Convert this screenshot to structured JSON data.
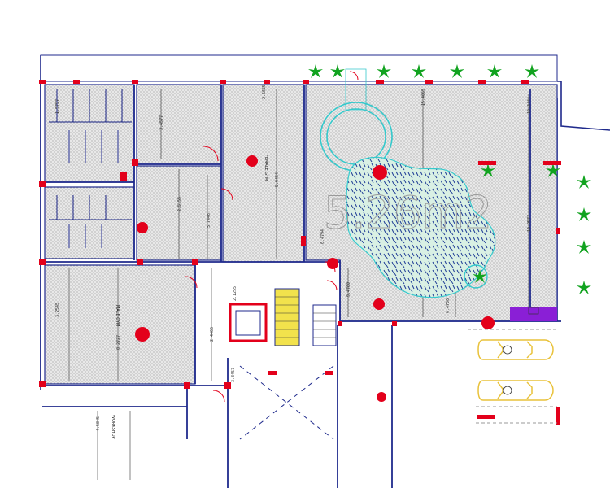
{
  "labels": {
    "female_gym": "FEMALE GYM",
    "male_gym": "MALE GYM",
    "workshop": "WORKSHOP",
    "watermark": "5.26m2"
  },
  "dimensions": {
    "d1": "1.5757",
    "d2": "3.4577",
    "d3": "2.5155",
    "d4": "5.7446",
    "d5": "2.6655",
    "d6": "5.9454",
    "d7": "3.2545",
    "d8": "0.2727",
    "d9": "2.4466",
    "d10": "3.8457",
    "d11": "2.1255",
    "d12": "0.4794",
    "d13": "15.4665",
    "d14": "10.3444",
    "d15": "10.2577",
    "d16": "9.4700",
    "d17": "6.4700",
    "d18": "4.5845"
  },
  "colors": {
    "wall": "#1f2a8c",
    "hatch": "#666666",
    "marker": "#e3001b",
    "cyan": "#36c9cc",
    "plant": "#11a31f",
    "car": "#e9c23a",
    "purple": "#8a1fd6",
    "stair": "#f2e24c"
  }
}
